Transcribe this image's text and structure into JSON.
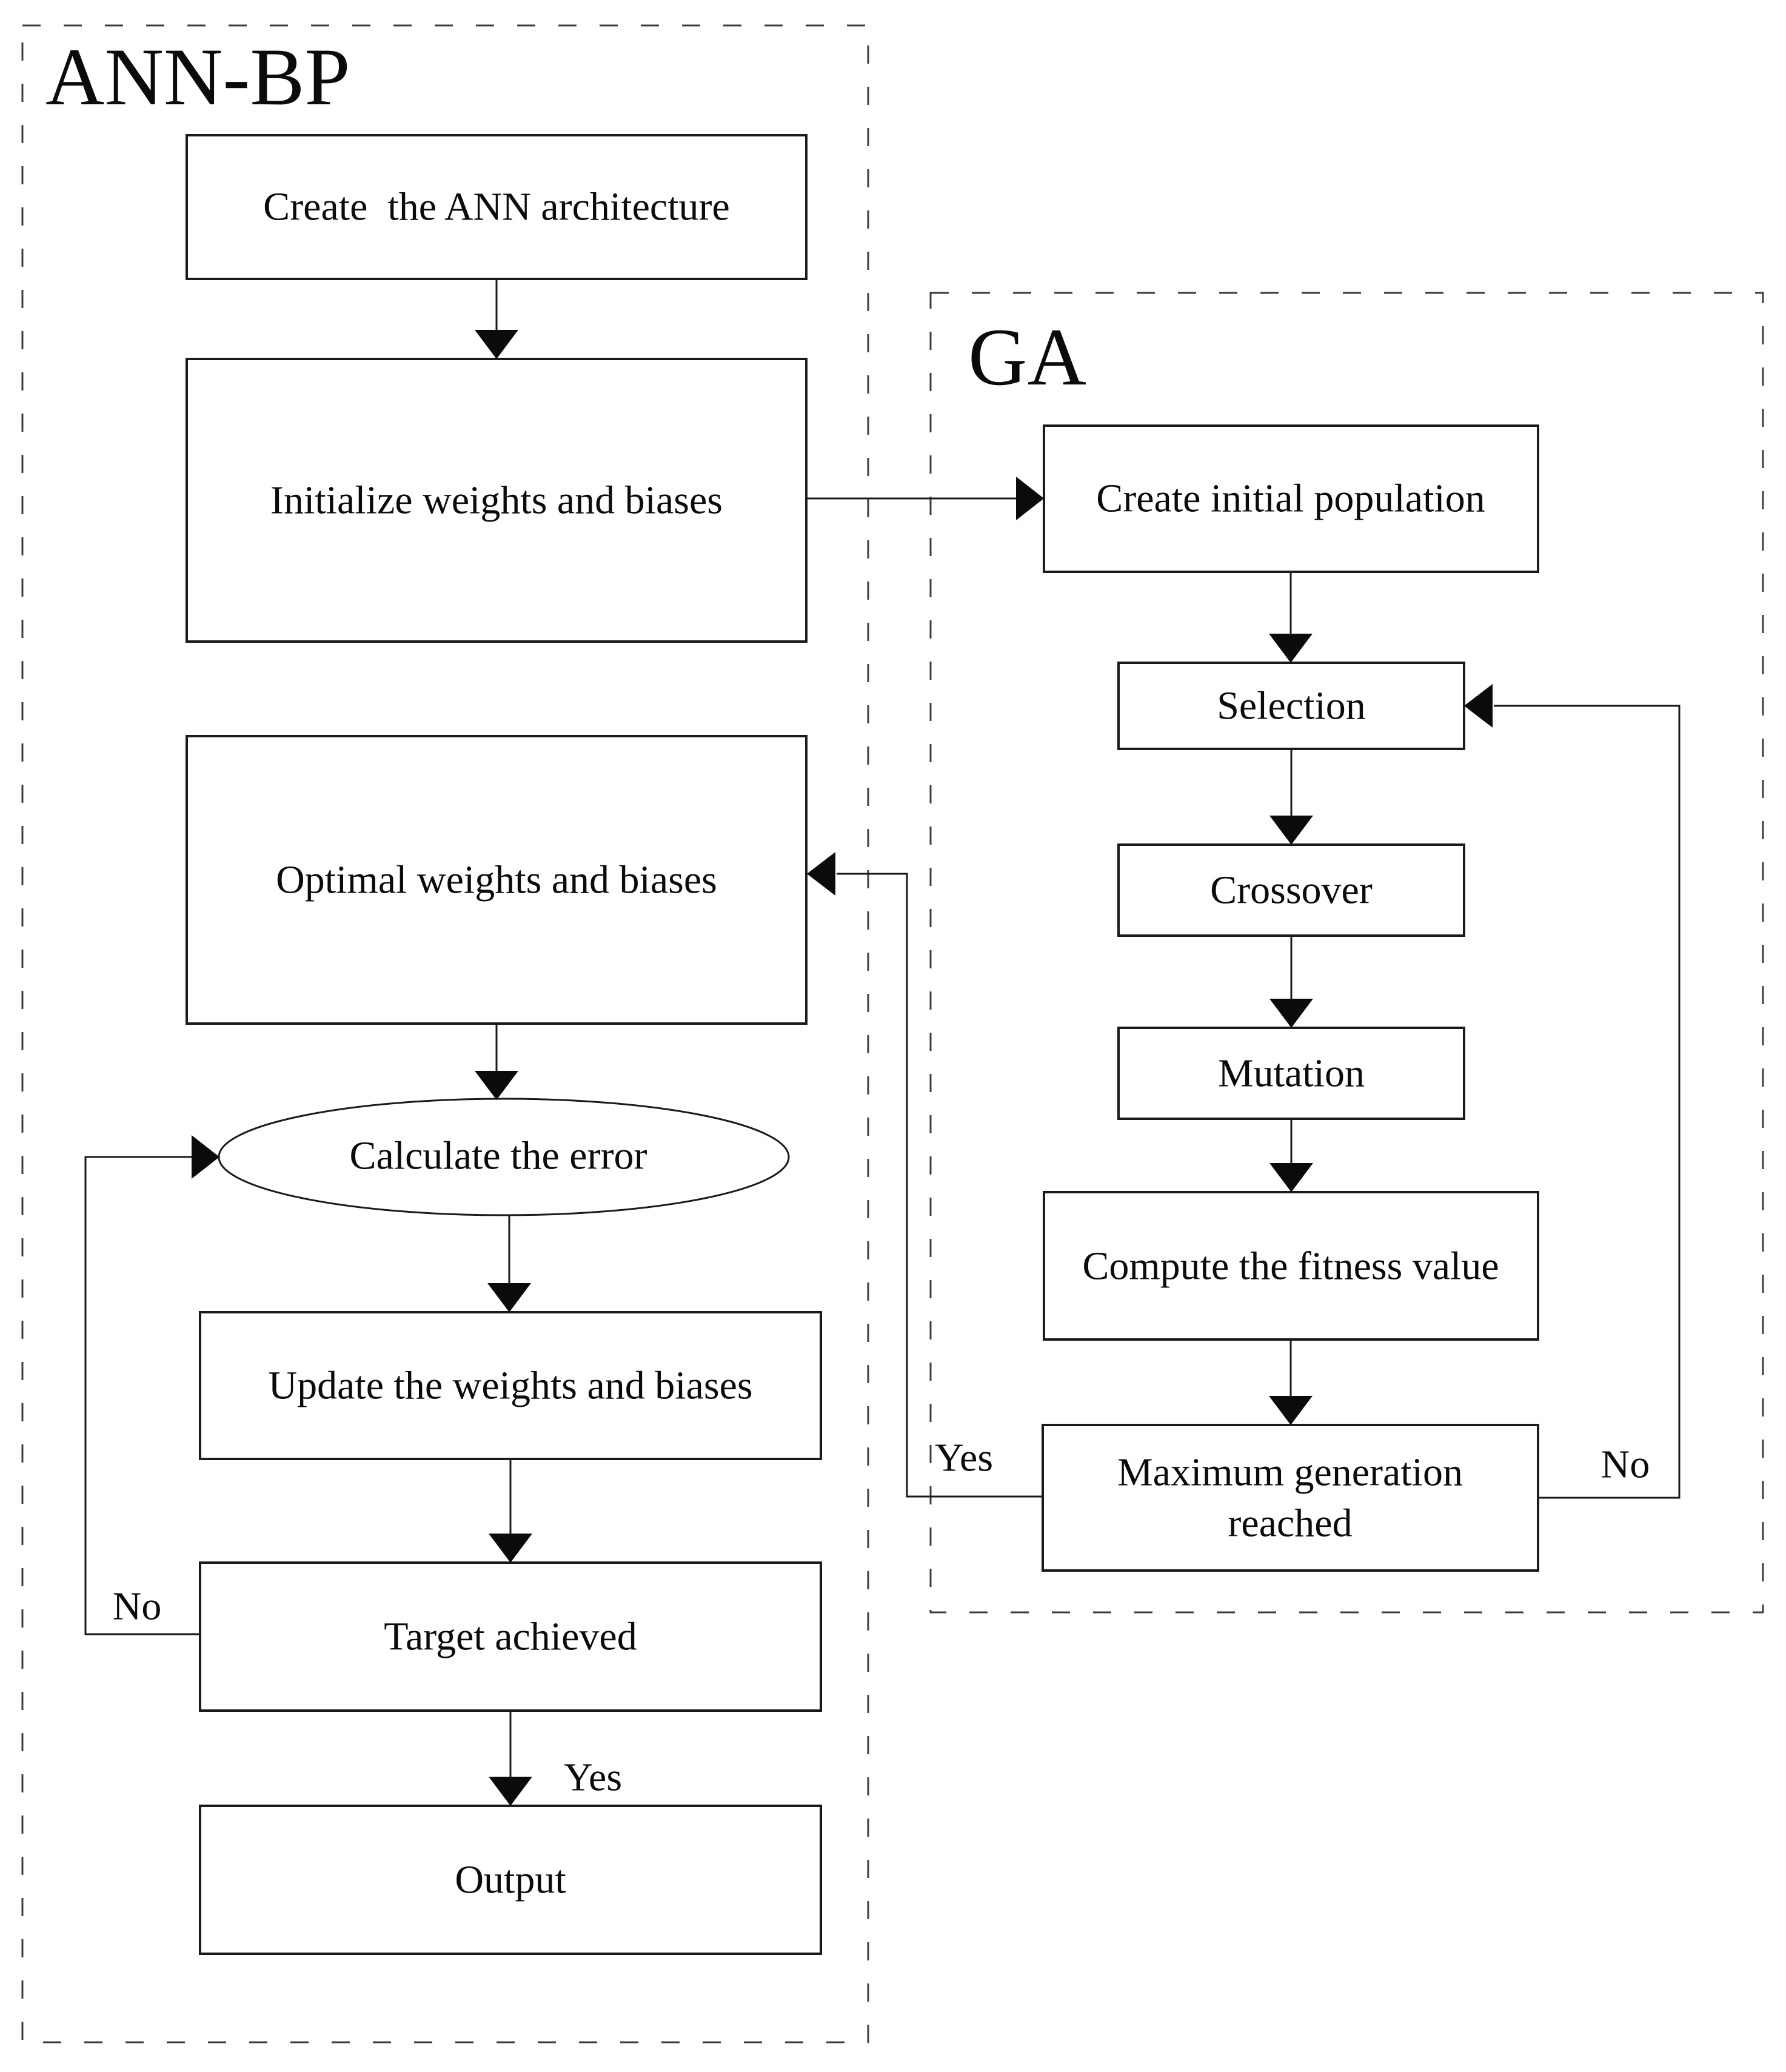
{
  "regions": {
    "ann_bp_title": "ANN-BP",
    "ga_title": "GA"
  },
  "nodes": {
    "create_ann": "Create  the ANN architecture",
    "init_weights": "Initialize weights and biases",
    "create_population": "Create initial population",
    "selection": "Selection",
    "crossover": "Crossover",
    "mutation": "Mutation",
    "compute_fitness": "Compute the fitness value",
    "max_generation_line1": "Maximum generation",
    "max_generation_line2": "reached",
    "optimal_weights": "Optimal weights and biases",
    "calc_error": "Calculate the error",
    "update_weights": "Update the weights and biases",
    "target_achieved": "Target achieved",
    "output": "Output"
  },
  "edge_labels": {
    "maxgen_yes": "Yes",
    "maxgen_no": "No",
    "target_no": "No",
    "target_yes": "Yes"
  },
  "colors": {
    "line": "#1a1a1a",
    "dashed_border": "#3c3c3c",
    "text": "#0b0b0b",
    "background": "#ffffff",
    "node_fill": "#ffffff"
  }
}
